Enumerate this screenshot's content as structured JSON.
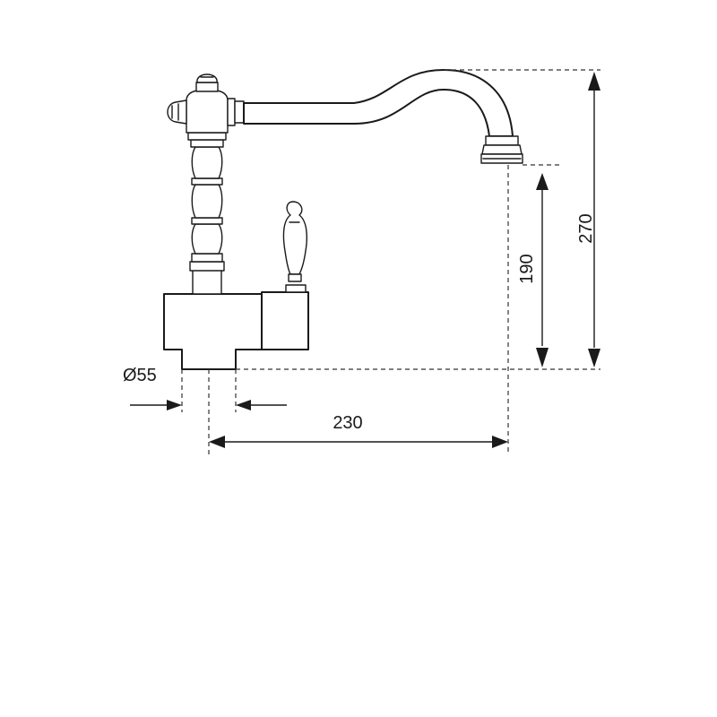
{
  "dimensions": {
    "diameter": "Ø55",
    "width": "230",
    "spout_height": "190",
    "total_height": "270"
  }
}
